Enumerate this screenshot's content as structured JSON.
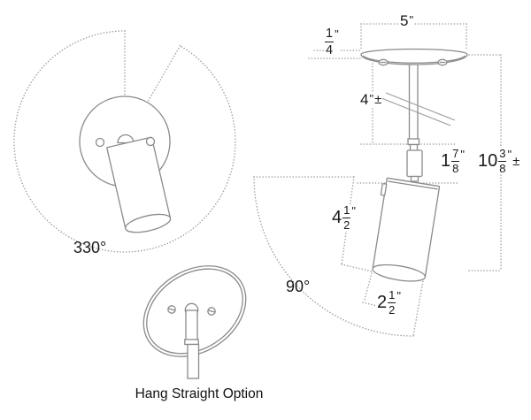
{
  "diagram": {
    "caption": "Hang Straight Option",
    "colors": {
      "line": "#8a8a8a",
      "dotted": "#9e9e9e",
      "text": "#1a1a1a",
      "background": "#ffffff"
    },
    "dimensions": {
      "canopy_width": {
        "whole": "5",
        "quote": "\""
      },
      "canopy_thickness": {
        "num": "1",
        "den": "4",
        "quote": "\""
      },
      "stem_length": {
        "whole": "4",
        "quote": "\"",
        "tolerance": "±"
      },
      "swivel_height": {
        "whole": "1",
        "num": "7",
        "den": "8",
        "quote": "\""
      },
      "overall_height": {
        "whole": "10",
        "num": "3",
        "den": "8",
        "quote": "\"",
        "tolerance": "±"
      },
      "lamp_length": {
        "whole": "4",
        "num": "1",
        "den": "2",
        "quote": "\""
      },
      "lamp_diameter": {
        "whole": "2",
        "num": "1",
        "den": "2",
        "quote": "\""
      },
      "rotation_angle": "330°",
      "tilt_angle": "90°"
    }
  }
}
